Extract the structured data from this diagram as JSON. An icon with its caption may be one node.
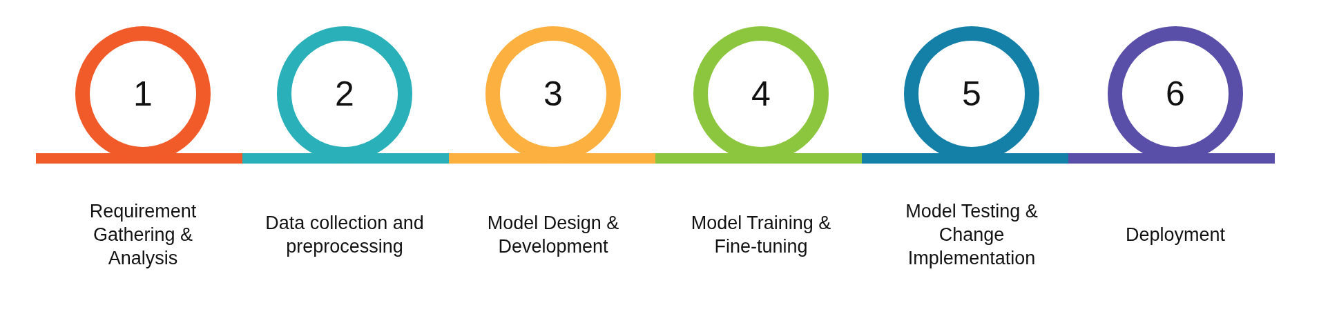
{
  "diagram": {
    "nodes": [
      {
        "text": [
          "1"
        ],
        "beside": [
          "Requirement Gathering & Analysis"
        ]
      },
      {
        "text": [
          "2"
        ],
        "beside": [
          "Data collection and preprocessing"
        ]
      },
      {
        "text": [
          "3"
        ],
        "beside": [
          "Model Design & Development"
        ]
      },
      {
        "text": [
          "4"
        ],
        "beside": [
          "Model Training & Fine-tuning"
        ]
      },
      {
        "text": [
          "5"
        ],
        "beside": [
          "Model Testing & Change Implementation"
        ]
      },
      {
        "text": [
          "6"
        ],
        "beside": [
          "Deployment"
        ]
      }
    ]
  }
}
